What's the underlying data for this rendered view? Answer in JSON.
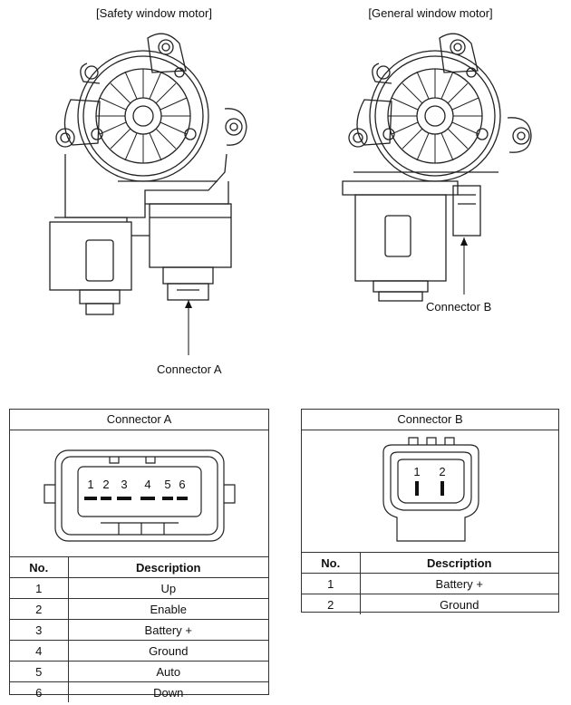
{
  "motors": {
    "safety": {
      "caption": "[Safety window motor]",
      "connector_label": "Connector A"
    },
    "general": {
      "caption": "[General window motor]",
      "connector_label": "Connector B"
    }
  },
  "connector_a": {
    "title": "Connector A",
    "pin_numbers": [
      "1",
      "2",
      "3",
      "4",
      "5",
      "6"
    ],
    "headers": {
      "no": "No.",
      "description": "Description"
    },
    "rows": [
      {
        "no": "1",
        "description": "Up"
      },
      {
        "no": "2",
        "description": "Enable"
      },
      {
        "no": "3",
        "description": "Battery +"
      },
      {
        "no": "4",
        "description": "Ground"
      },
      {
        "no": "5",
        "description": "Auto"
      },
      {
        "no": "6",
        "description": "Down"
      }
    ]
  },
  "connector_b": {
    "title": "Connector B",
    "pin_numbers": [
      "1",
      "2"
    ],
    "headers": {
      "no": "No.",
      "description": "Description"
    },
    "rows": [
      {
        "no": "1",
        "description": "Battery +"
      },
      {
        "no": "2",
        "description": "Ground"
      }
    ]
  }
}
